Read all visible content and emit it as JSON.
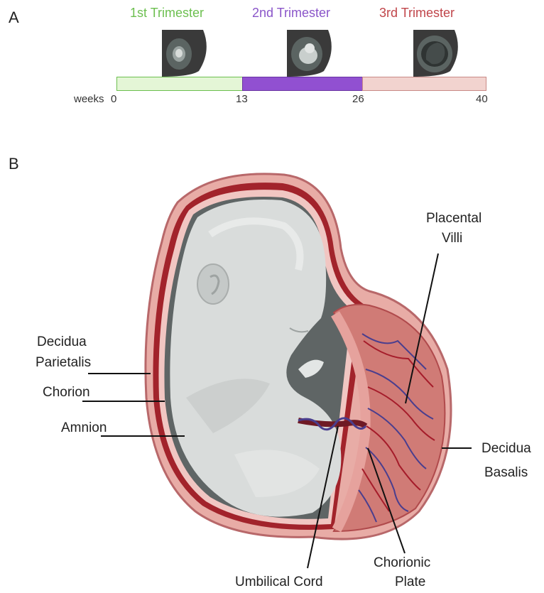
{
  "panel_a": {
    "letter": "A",
    "weeks_label": "weeks",
    "trimesters": [
      {
        "label": "1st Trimester",
        "color": "#6cbf4f",
        "fill": "#e4f6d6"
      },
      {
        "label": "2nd Trimester",
        "color": "#8a55c9",
        "fill": "#9150d1"
      },
      {
        "label": "3rd Trimester",
        "color": "#c0454a",
        "fill": "#f2d3cf"
      }
    ],
    "ticks": [
      "0",
      "13",
      "26",
      "40"
    ]
  },
  "panel_b": {
    "letter": "B",
    "labels": {
      "placental_villi_1": "Placental",
      "placental_villi_2": "Villi",
      "decidua_parietalis_1": "Decidua",
      "decidua_parietalis_2": "Parietalis",
      "chorion": "Chorion",
      "amnion": "Amnion",
      "decidua_basalis_1": "Decidua",
      "decidua_basalis_2": "Basalis",
      "umbilical_cord": "Umbilical Cord",
      "chorionic_plate_1": "Chorionic",
      "chorionic_plate_2": "Plate"
    }
  }
}
